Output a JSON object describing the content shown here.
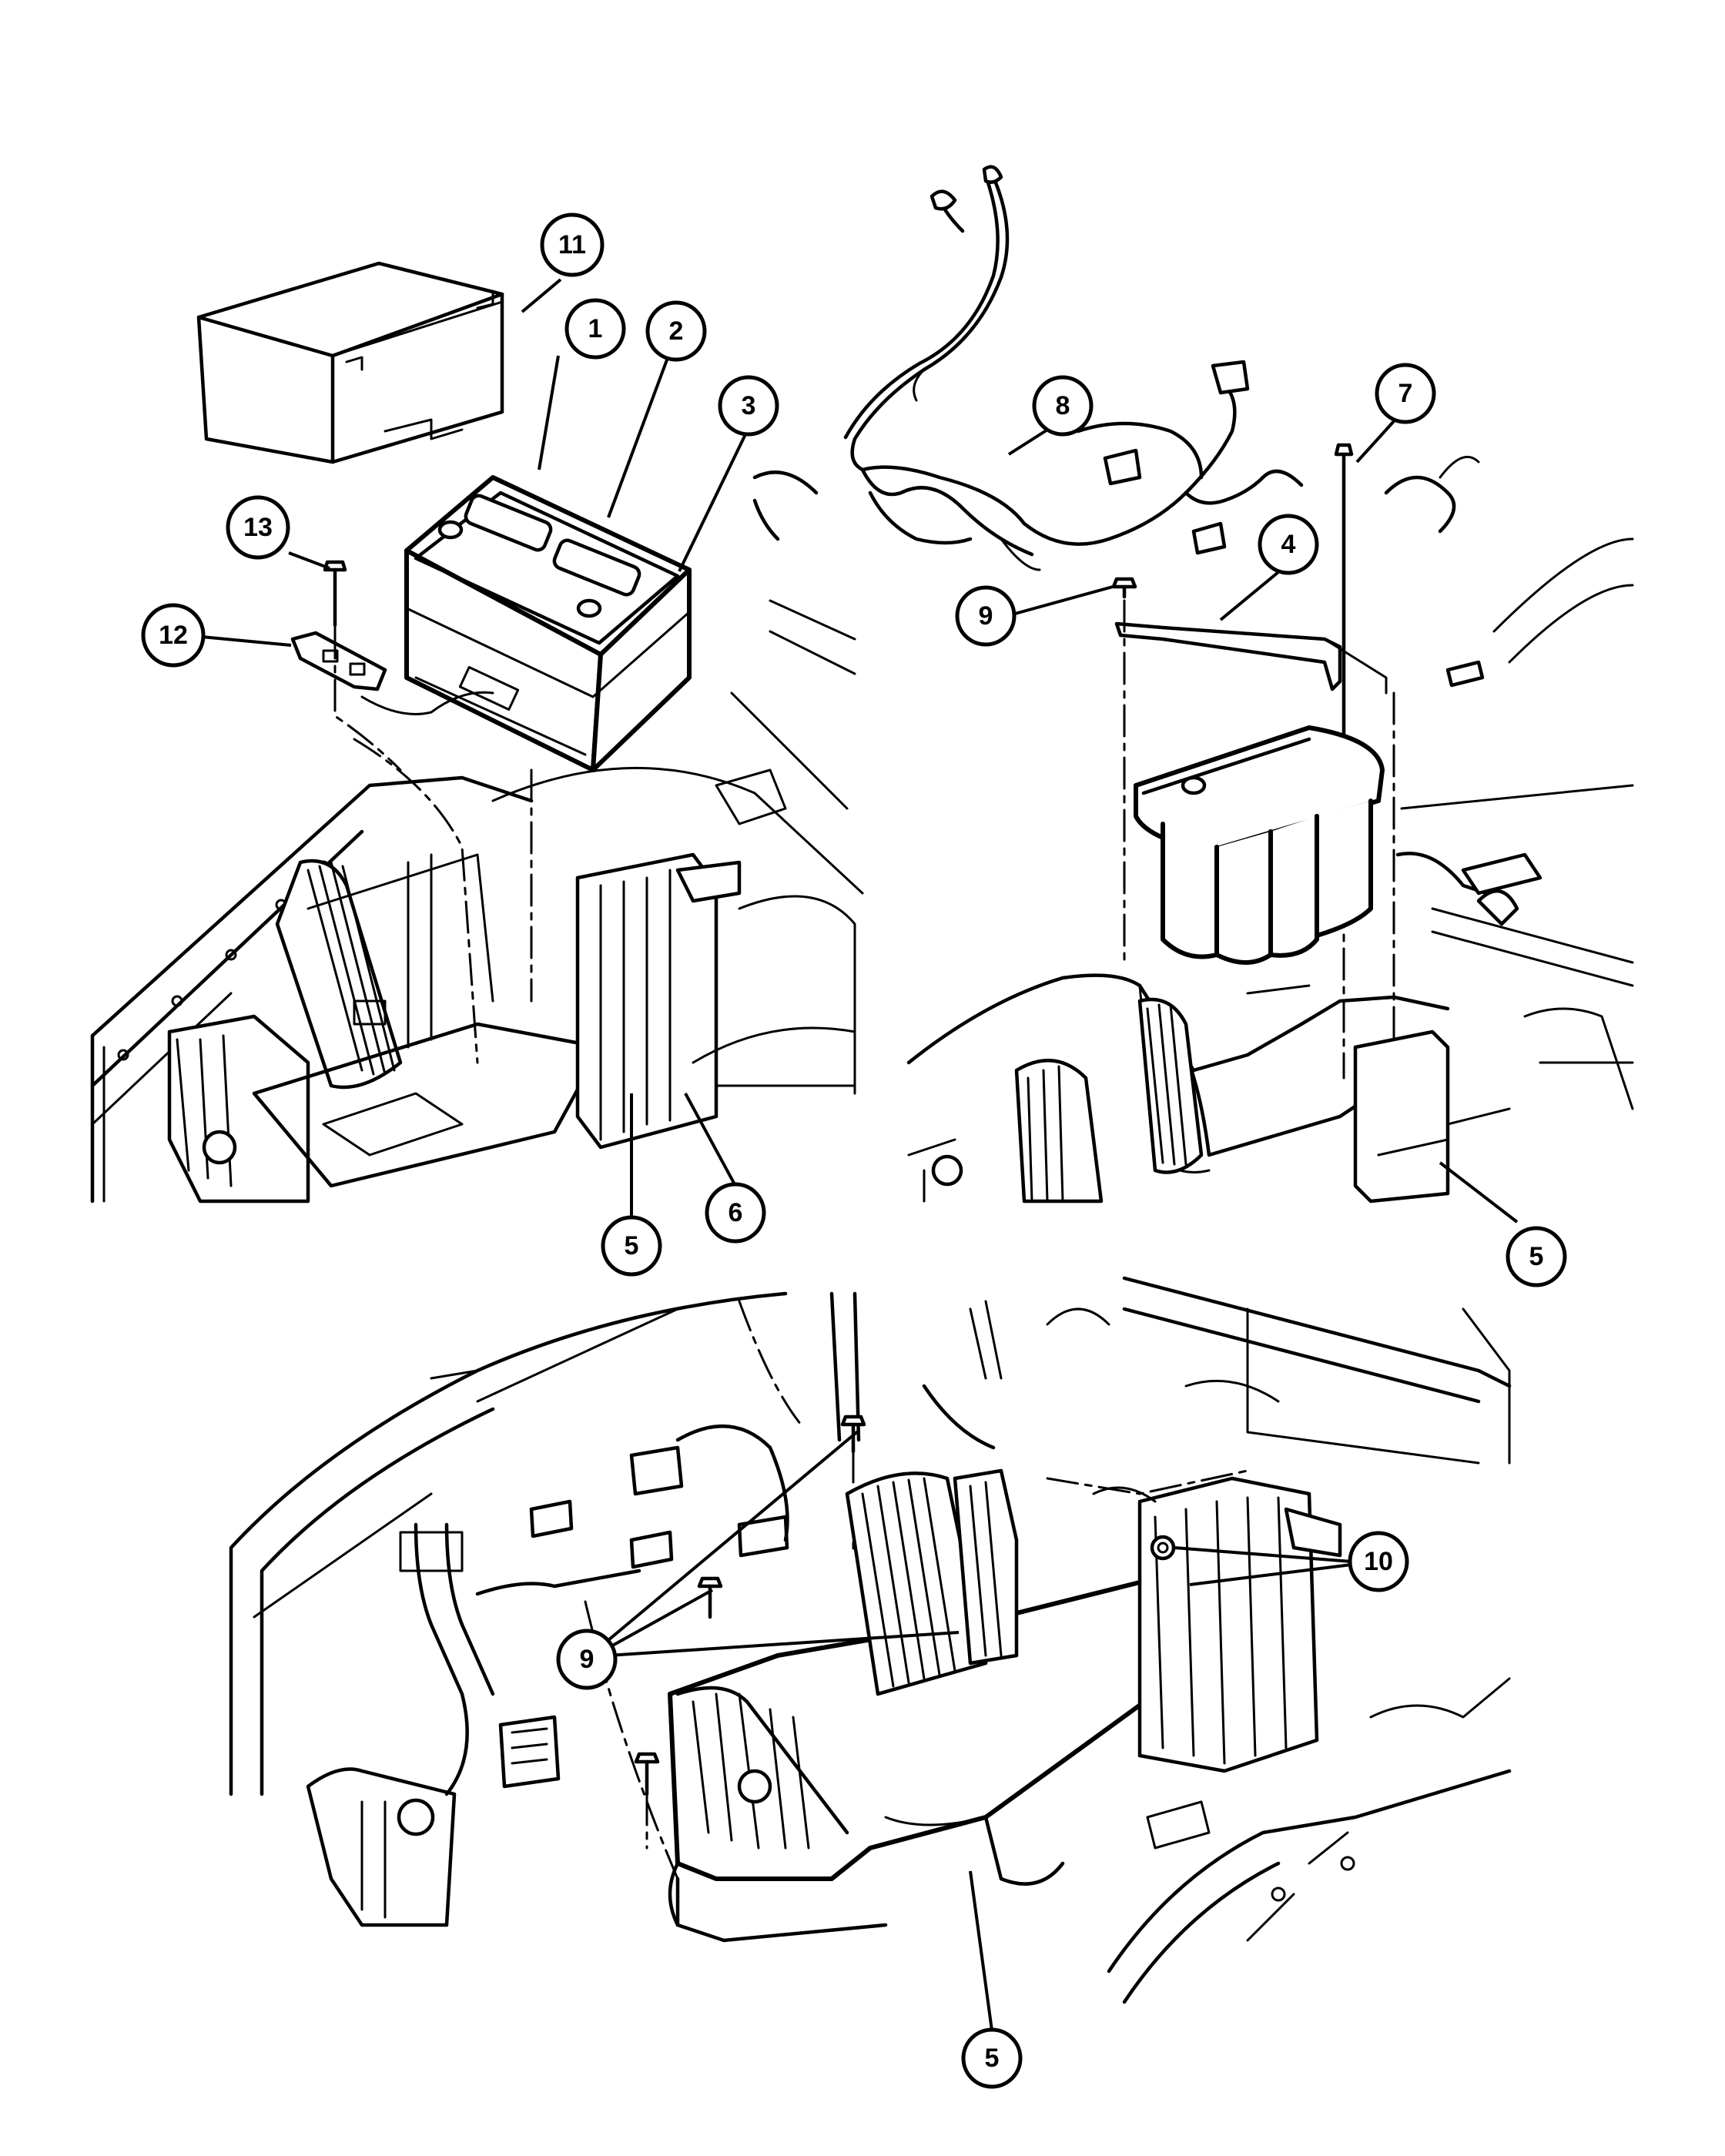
{
  "callouts": [
    {
      "id": "c1",
      "label": "1"
    },
    {
      "id": "c2",
      "label": "2"
    },
    {
      "id": "c3",
      "label": "3"
    },
    {
      "id": "c4",
      "label": "4"
    },
    {
      "id": "c5a",
      "label": "5"
    },
    {
      "id": "c5b",
      "label": "5"
    },
    {
      "id": "c5c",
      "label": "5"
    },
    {
      "id": "c6",
      "label": "6"
    },
    {
      "id": "c7",
      "label": "7"
    },
    {
      "id": "c8",
      "label": "8"
    },
    {
      "id": "c9a",
      "label": "9"
    },
    {
      "id": "c9b",
      "label": "9"
    },
    {
      "id": "c10",
      "label": "10"
    },
    {
      "id": "c11",
      "label": "11"
    },
    {
      "id": "c12",
      "label": "12"
    },
    {
      "id": "c13",
      "label": "13"
    }
  ]
}
